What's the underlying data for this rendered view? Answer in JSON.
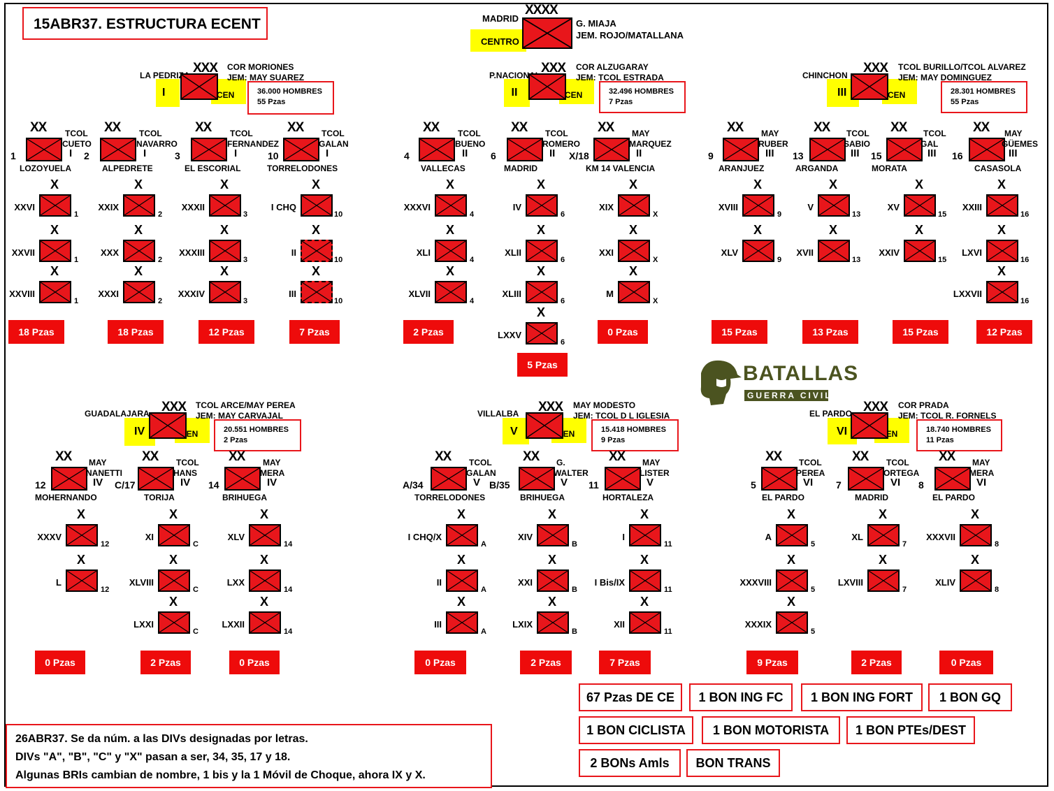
{
  "title": "15ABR37. ESTRUCTURA ECENT",
  "army": {
    "name": "MADRID",
    "cmd": "G. MIAJA",
    "jem": "JEM. ROJO/MATALLANA",
    "tag": "CENTRO",
    "echelon": "XXXX"
  },
  "cen": "CEN",
  "corps": [
    {
      "num": "I",
      "loc": "LA PEDRIZA",
      "cmd": "COR MORIONES",
      "jem": "JEM: MAY SUAREZ",
      "men": "36.000 HOMBRES",
      "pzas": "55 Pzas"
    },
    {
      "num": "II",
      "loc": "P.NACIONAL",
      "cmd": "COR ALZUGARAY",
      "jem": "JEM: TCOL ESTRADA",
      "men": "32.496 HOMBRES",
      "pzas": "7  Pzas"
    },
    {
      "num": "III",
      "loc": "CHINCHON",
      "cmd": "TCOL BURILLO/TCOL ALVAREZ",
      "jem": "JEM: MAY DOMINGUEZ",
      "men": "28.301 HOMBRES",
      "pzas": "55  Pzas"
    },
    {
      "num": "IV",
      "loc": "GUADALAJARA",
      "cmd": "TCOL ARCE/MAY PEREA",
      "jem": "JEM: MAY CARVAJAL",
      "men": "20.551 HOMBRES",
      "pzas": "2 Pzas"
    },
    {
      "num": "V",
      "loc": "VILLALBA",
      "cmd": "MAY MODESTO",
      "jem": "JEM: TCOL D L IGLESIA",
      "men": "15.418 HOMBRES",
      "pzas": "9 Pzas"
    },
    {
      "num": "VI",
      "loc": "EL PARDO",
      "cmd": "COR PRADA",
      "jem": "JEM: TCOL R. FORNELS",
      "men": "18.740 HOMBRES",
      "pzas": "11 Pzas"
    }
  ],
  "divisions": [
    {
      "num": "1",
      "rank": "TCOL",
      "name": "CUETO",
      "corps": "I",
      "loc": "LOZOYUELA",
      "pzas": "18 Pzas",
      "brigades": [
        "XXVI",
        "XXVII",
        "XXVIII"
      ]
    },
    {
      "num": "2",
      "rank": "TCOL",
      "name": "NAVARRO",
      "corps": "I",
      "loc": "ALPEDRETE",
      "pzas": "18 Pzas",
      "brigades": [
        "XXIX",
        "XXX",
        "XXXI"
      ]
    },
    {
      "num": "3",
      "rank": "TCOL",
      "name": "FERNANDEZ",
      "corps": "I",
      "loc": "EL ESCORIAL",
      "pzas": "12 Pzas",
      "brigades": [
        "XXXII",
        "XXXIII",
        "XXXIV"
      ]
    },
    {
      "num": "10",
      "rank": "TCOL",
      "name": "GALAN",
      "corps": "I",
      "loc": "TORRELODONES",
      "pzas": "7 Pzas",
      "brigades": [
        "I CHQ",
        "II",
        "III"
      ]
    },
    {
      "num": "4",
      "rank": "TCOL",
      "name": "BUENO",
      "corps": "II",
      "loc": "VALLECAS",
      "pzas": "2 Pzas",
      "brigades": [
        "XXXVI",
        "XLI",
        "XLVII"
      ]
    },
    {
      "num": "6",
      "rank": "TCOL",
      "name": "ROMERO",
      "corps": "II",
      "loc": "MADRID",
      "pzas": "5 Pzas",
      "brigades": [
        "IV",
        "XLII",
        "XLIII",
        "LXXV"
      ]
    },
    {
      "num": "X/18",
      "rank": "MAY",
      "name": "MARQUEZ",
      "corps": "II",
      "loc": "KM 14 VALENCIA",
      "pzas": "0  Pzas",
      "brigades": [
        "XIX",
        "XXI",
        "M"
      ]
    },
    {
      "num": "9",
      "rank": "MAY",
      "name": "RUBER",
      "corps": "III",
      "loc": "ARANJUEZ",
      "pzas": "15 Pzas",
      "brigades": [
        "XVIII",
        "XLV"
      ]
    },
    {
      "num": "13",
      "rank": "TCOL",
      "name": "SABIO",
      "corps": "III",
      "loc": "ARGANDA",
      "pzas": "13 Pzas",
      "brigades": [
        "V",
        "XVII"
      ]
    },
    {
      "num": "15",
      "rank": "TCOL",
      "name": "GAL",
      "corps": "III",
      "loc": "MORATA",
      "pzas": "15 Pzas",
      "brigades": [
        "XV",
        "XXIV"
      ]
    },
    {
      "num": "16",
      "rank": "MAY",
      "name": "GÜEMES",
      "corps": "III",
      "loc": "CASASOLA",
      "pzas": "12 Pzas",
      "brigades": [
        "XXIII",
        "LXVI",
        "LXXVII"
      ]
    },
    {
      "num": "12",
      "rank": "MAY",
      "name": "NANETTI",
      "corps": "IV",
      "loc": "MOHERNANDO",
      "pzas": "0 Pzas",
      "brigades": [
        "XXXV",
        "L"
      ]
    },
    {
      "num": "C/17",
      "rank": "TCOL",
      "name": "HANS",
      "corps": "IV",
      "loc": "TORIJA",
      "pzas": "2 Pzas",
      "brigades": [
        "XI",
        "XLVIII",
        "LXXI"
      ]
    },
    {
      "num": "14",
      "rank": "MAY",
      "name": "MERA",
      "corps": "IV",
      "loc": "BRIHUEGA",
      "pzas": "0  Pzas",
      "brigades": [
        "XLV",
        "LXX",
        "LXXII"
      ]
    },
    {
      "num": "A/34",
      "rank": "TCOL",
      "name": "GALAN",
      "corps": "V",
      "loc": "TORRELODONES",
      "pzas": "0 Pzas",
      "brigades": [
        "I CHQ/X",
        "II",
        "III"
      ]
    },
    {
      "num": "B/35",
      "rank": "G.",
      "name": "WALTER",
      "corps": "V",
      "loc": "BRIHUEGA",
      "pzas": "2 Pzas",
      "brigades": [
        "XIV",
        "XXI",
        "LXIX"
      ]
    },
    {
      "num": "11",
      "rank": "MAY",
      "name": "LISTER",
      "corps": "V",
      "loc": "HORTALEZA",
      "pzas": "7  Pzas",
      "brigades": [
        "I",
        "I Bis/IX",
        "XII"
      ]
    },
    {
      "num": "5",
      "rank": "TCOL",
      "name": "PEREA",
      "corps": "VI",
      "loc": "EL PARDO",
      "pzas": "9 Pzas",
      "brigades": [
        "A",
        "XXXVIII",
        "XXXIX"
      ]
    },
    {
      "num": "7",
      "rank": "TCOL",
      "name": "ORTEGA",
      "corps": "VI",
      "loc": "MADRID",
      "pzas": "2 Pzas",
      "brigades": [
        "XL",
        "LXVIII"
      ]
    },
    {
      "num": "8",
      "rank": "MAY",
      "name": "MERA",
      "corps": "VI",
      "loc": "EL PARDO",
      "pzas": "0  Pzas",
      "brigades": [
        "XXXVII",
        "XLIV"
      ]
    }
  ],
  "brigade_parent_labels": [
    [
      "1",
      "1",
      "1"
    ],
    [
      "2",
      "2",
      "2"
    ],
    [
      "3",
      "3",
      "3"
    ],
    [
      "10",
      "10",
      "10"
    ],
    [
      "4",
      "4",
      "4"
    ],
    [
      "6",
      "6",
      "6",
      "6"
    ],
    [
      "X",
      "X",
      "X"
    ],
    [
      "9",
      "9"
    ],
    [
      "13",
      "13"
    ],
    [
      "15",
      "15"
    ],
    [
      "16",
      "16",
      "16"
    ],
    [
      "12",
      "12"
    ],
    [
      "C",
      "C",
      "C"
    ],
    [
      "14",
      "14",
      "14"
    ],
    [
      "A",
      "A",
      "A"
    ],
    [
      "B",
      "B",
      "B"
    ],
    [
      "11",
      "11",
      "11"
    ],
    [
      "5",
      "5",
      "5"
    ],
    [
      "7",
      "7"
    ],
    [
      "8",
      "8"
    ]
  ],
  "assets": [
    "67 Pzas DE CE",
    "1 BON ING FC",
    "1 BON ING FORT",
    "1 BON GQ",
    "1 BON CICLISTA",
    "1 BON MOTORISTA",
    "1 BON PTEs/DEST",
    "2 BONs Amls",
    "BON TRANS"
  ],
  "logo": {
    "line1": "BATALLAS",
    "line2": "GUERRA CIVIL"
  },
  "note": {
    "l1": "26ABR37. Se da núm. a las DIVs designadas por letras.",
    "l2": "DIVs \"A\", \"B\", \"C\" y \"X\" pasan a ser, 34, 35, 17 y 18.",
    "l3": "Algunas BRIs cambian de nombre,  1 bis y la 1 Móvil de Choque, ahora IX y X."
  },
  "echelons": {
    "corps": "XXX",
    "division": "XX",
    "brigade": "X"
  },
  "colors": {
    "unit": "#e8161b",
    "highlight": "#ffff00",
    "pzas_box": "#ee0b0b",
    "border": "#e8161b",
    "logo": "#4b5320"
  }
}
